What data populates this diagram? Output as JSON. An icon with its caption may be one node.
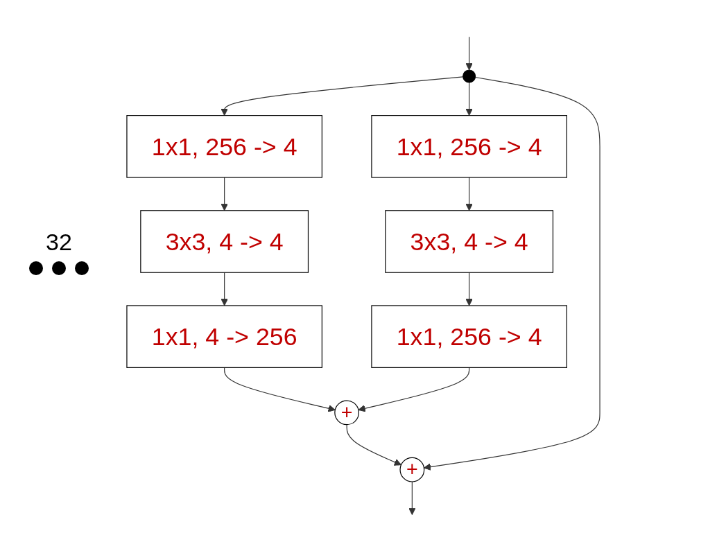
{
  "diagram": {
    "nodes": [
      {
        "text": [],
        "shape": "circle"
      },
      {
        "text": [
          "1x1, 256 -> 4"
        ]
      },
      {
        "text": [
          "3x3, 4 -> 4"
        ]
      },
      {
        "text": [
          "1x1, 4 -> 256"
        ]
      },
      {
        "text": [
          "1x1, 256 -> 4"
        ]
      },
      {
        "text": [
          "3x3, 4 -> 4"
        ]
      },
      {
        "text": [
          "1x1, 256 -> 4"
        ]
      },
      {
        "text": [
          "+"
        ]
      },
      {
        "text": [
          "+"
        ]
      }
    ],
    "edges": [
      {
        "from": null,
        "to": 0,
        "arrow": "to"
      },
      {
        "from": 0,
        "to": 1,
        "arrow": "to"
      },
      {
        "from": 0,
        "to": 4,
        "arrow": "to"
      },
      {
        "from": 1,
        "to": 2,
        "arrow": "to"
      },
      {
        "from": 2,
        "to": 3,
        "arrow": "to"
      },
      {
        "from": 4,
        "to": 5,
        "arrow": "to"
      },
      {
        "from": 5,
        "to": 6,
        "arrow": "to"
      },
      {
        "from": 3,
        "to": 7,
        "arrow": "to"
      },
      {
        "from": 6,
        "to": 7,
        "arrow": "to"
      },
      {
        "from": 7,
        "to": 8,
        "arrow": "to"
      },
      {
        "from": 0,
        "to": 8,
        "arrow": "to"
      },
      {
        "from": 8,
        "to": null,
        "arrow": "to"
      }
    ],
    "labels": [
      "32"
    ]
  }
}
